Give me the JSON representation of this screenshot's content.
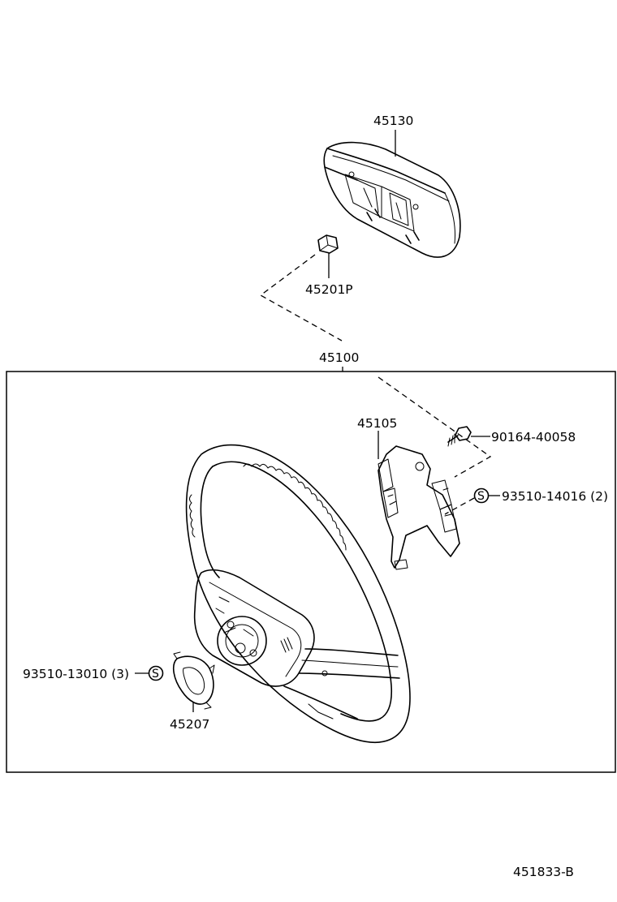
{
  "parts": {
    "pad": "45130",
    "nut": "45201P",
    "wheel_assy": "45100",
    "bracket": "45105",
    "bolt": "90164-40058",
    "screw_upper": "93510-14016 (2)",
    "screw_lower": "93510-13010 (3)",
    "plate": "45207"
  },
  "std_symbol": "S",
  "drawing_number": "451833-B"
}
